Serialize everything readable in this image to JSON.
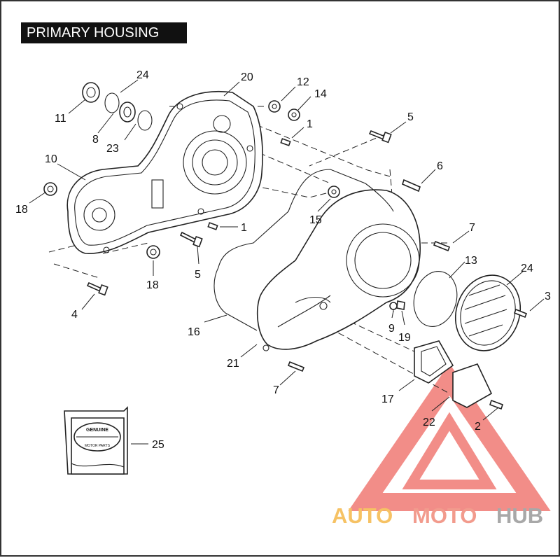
{
  "title": "PRIMARY HOUSING",
  "callouts": {
    "c1a": "1",
    "c1b": "1",
    "c2": "2",
    "c3": "3",
    "c4": "4",
    "c5a": "5",
    "c5b": "5",
    "c6": "6",
    "c7a": "7",
    "c7b": "7",
    "c8": "8",
    "c9": "9",
    "c10": "10",
    "c11": "11",
    "c12": "12",
    "c13": "13",
    "c14": "14",
    "c15": "15",
    "c16": "16",
    "c17": "17",
    "c18a": "18",
    "c18b": "18",
    "c19": "19",
    "c20": "20",
    "c21": "21",
    "c22": "22",
    "c23": "23",
    "c24a": "24",
    "c24b": "24",
    "c25": "25"
  },
  "kit_label": {
    "line1": "GENUINE",
    "line2": "MOTOR PARTS"
  },
  "watermark": {
    "part1": "AUTO",
    "part2": "MOTO",
    "part3": "HUB",
    "colors": {
      "auto": "#f5b84a",
      "moto": "#f08a7a",
      "hub": "#9a9a9a",
      "triangle": "#f07a74"
    }
  },
  "colors": {
    "line": "#222222",
    "title_bg": "#111111",
    "title_text": "#ffffff"
  }
}
